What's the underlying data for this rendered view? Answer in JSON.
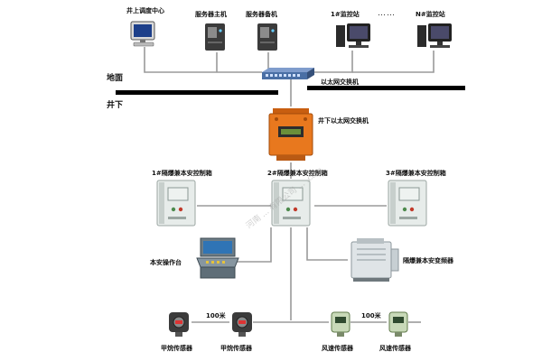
{
  "surface": {
    "ground_label": "地面",
    "underground_label": "井下",
    "dispatch_label": "井上调度中心",
    "server_main_label": "服务器主机",
    "server_backup_label": "服务器备机",
    "station1_label": "1#监控站",
    "ellipsis": "……",
    "stationN_label": "N#监控站",
    "ethernet_switch_label": "以太网交换机"
  },
  "underground": {
    "mine_switch_label": "井下以太网交换机",
    "box1_label": "1#隔爆兼本安控制箱",
    "box2_label": "2#隔爆兼本安控制箱",
    "box3_label": "3#隔爆兼本安控制箱",
    "console_label": "本安操作台",
    "transformer_label": "隔爆兼本安变频器",
    "distance_left": "100米",
    "distance_right": "100米",
    "gas_sensor1_label": "甲烷传感器",
    "gas_sensor2_label": "甲烷传感器",
    "wind_sensor1_label": "风速传感器",
    "wind_sensor2_label": "风速传感器"
  },
  "watermark": "河南 ... 有限公司 ... .com",
  "colors": {
    "line": "#9a9a9a",
    "ground_bar": "#000000",
    "mine_switch": "#e8781e",
    "cabinet": "#e7ecea",
    "switch_blue": "#4a6fa5"
  }
}
